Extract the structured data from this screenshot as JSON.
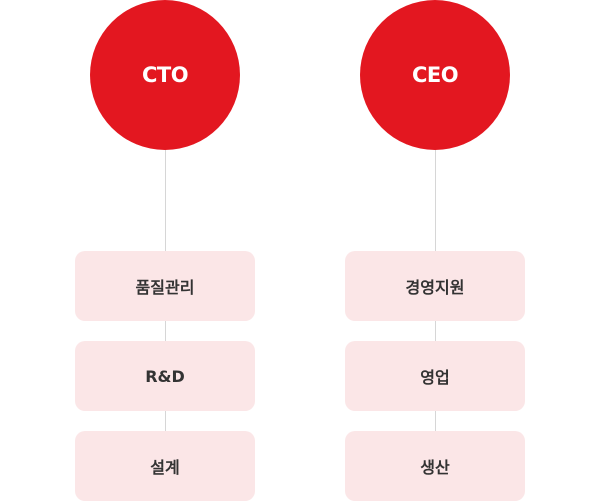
{
  "colors": {
    "circle": "#e31720",
    "box": "#fbe6e7",
    "line": "#d6d6d6"
  },
  "columns": [
    {
      "head": "CTO",
      "items": [
        "품질관리",
        "R&D",
        "설계"
      ]
    },
    {
      "head": "CEO",
      "items": [
        "경영지원",
        "영업",
        "생산"
      ]
    }
  ]
}
